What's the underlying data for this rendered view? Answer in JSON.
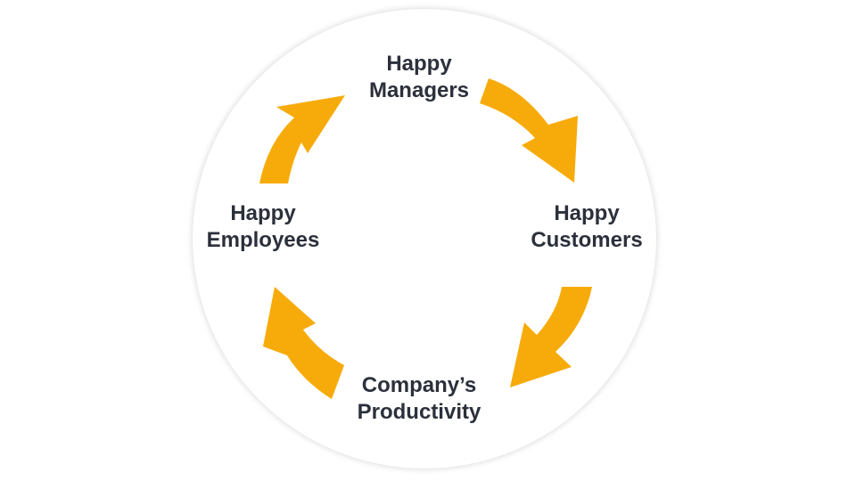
{
  "diagram": {
    "type": "cycle",
    "accent_color": "#f7ab0a",
    "text_color": "#2b303b",
    "background_color": "#ffffff",
    "nodes": [
      {
        "id": "managers",
        "line1": "Happy",
        "line2": "Managers"
      },
      {
        "id": "customers",
        "line1": "Happy",
        "line2": "Customers"
      },
      {
        "id": "productivity",
        "line1": "Company’s",
        "line2": "Productivity"
      },
      {
        "id": "employees",
        "line1": "Happy",
        "line2": "Employees"
      }
    ],
    "edges": [
      {
        "from": "employees",
        "to": "managers",
        "icon": "curved-arrow-up-right-icon"
      },
      {
        "from": "managers",
        "to": "customers",
        "icon": "curved-arrow-down-right-icon"
      },
      {
        "from": "customers",
        "to": "productivity",
        "icon": "curved-arrow-down-left-icon"
      },
      {
        "from": "productivity",
        "to": "employees",
        "icon": "curved-arrow-up-left-icon"
      }
    ]
  }
}
